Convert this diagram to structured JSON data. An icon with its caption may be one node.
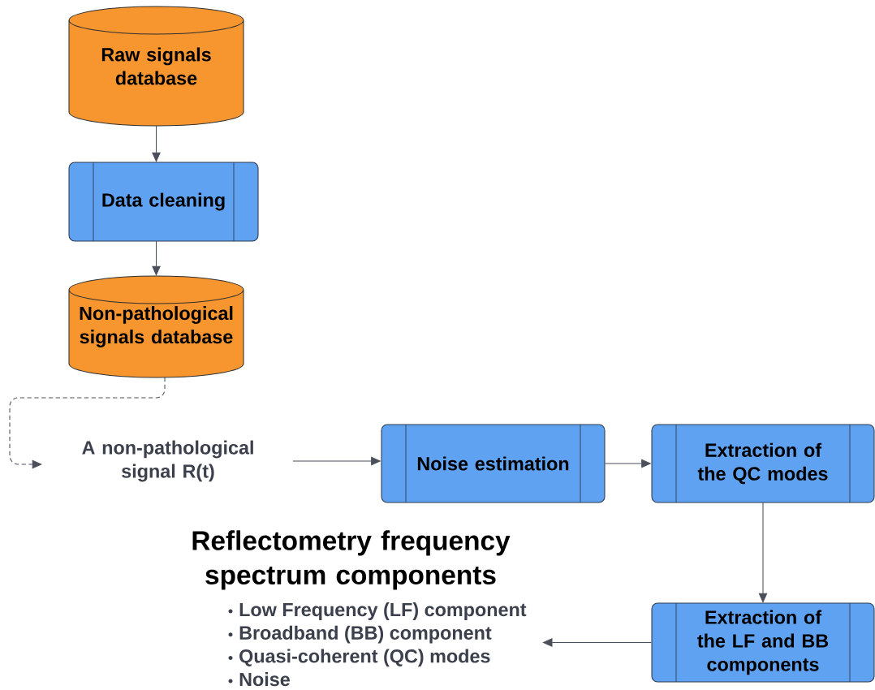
{
  "diagram": {
    "nodes": [
      {
        "text": [
          "Raw signals database"
        ]
      },
      {
        "text": [
          "Data cleaning"
        ]
      },
      {
        "text": [
          "Non-pathological signals database"
        ]
      },
      {
        "text": [
          "A non-pathological signal R(t)"
        ]
      },
      {
        "text": [
          "Noise estimation"
        ]
      },
      {
        "text": [
          "Extraction of the QC modes"
        ]
      },
      {
        "text": [
          "Extraction of the LF and BB components"
        ]
      },
      {
        "text": [
          "Low Frequency (LF) component",
          "Broadband (BB) component",
          "Quasi-coherent (QC) modes",
          "Noise"
        ]
      }
    ],
    "edges": [
      {
        "from": 0,
        "to": 1,
        "arrow": "to"
      },
      {
        "from": 1,
        "to": 2,
        "arrow": "to"
      },
      {
        "from": 2,
        "to": 3,
        "arrow": "to",
        "style": "dashed"
      },
      {
        "from": 3,
        "to": 4,
        "arrow": "to"
      },
      {
        "from": 4,
        "to": 5,
        "arrow": "to"
      },
      {
        "from": 5,
        "to": 6,
        "arrow": "to"
      },
      {
        "from": 6,
        "to": 7,
        "arrow": "to"
      }
    ],
    "labels": [
      "Reflectometry frequency spectrum components"
    ]
  }
}
